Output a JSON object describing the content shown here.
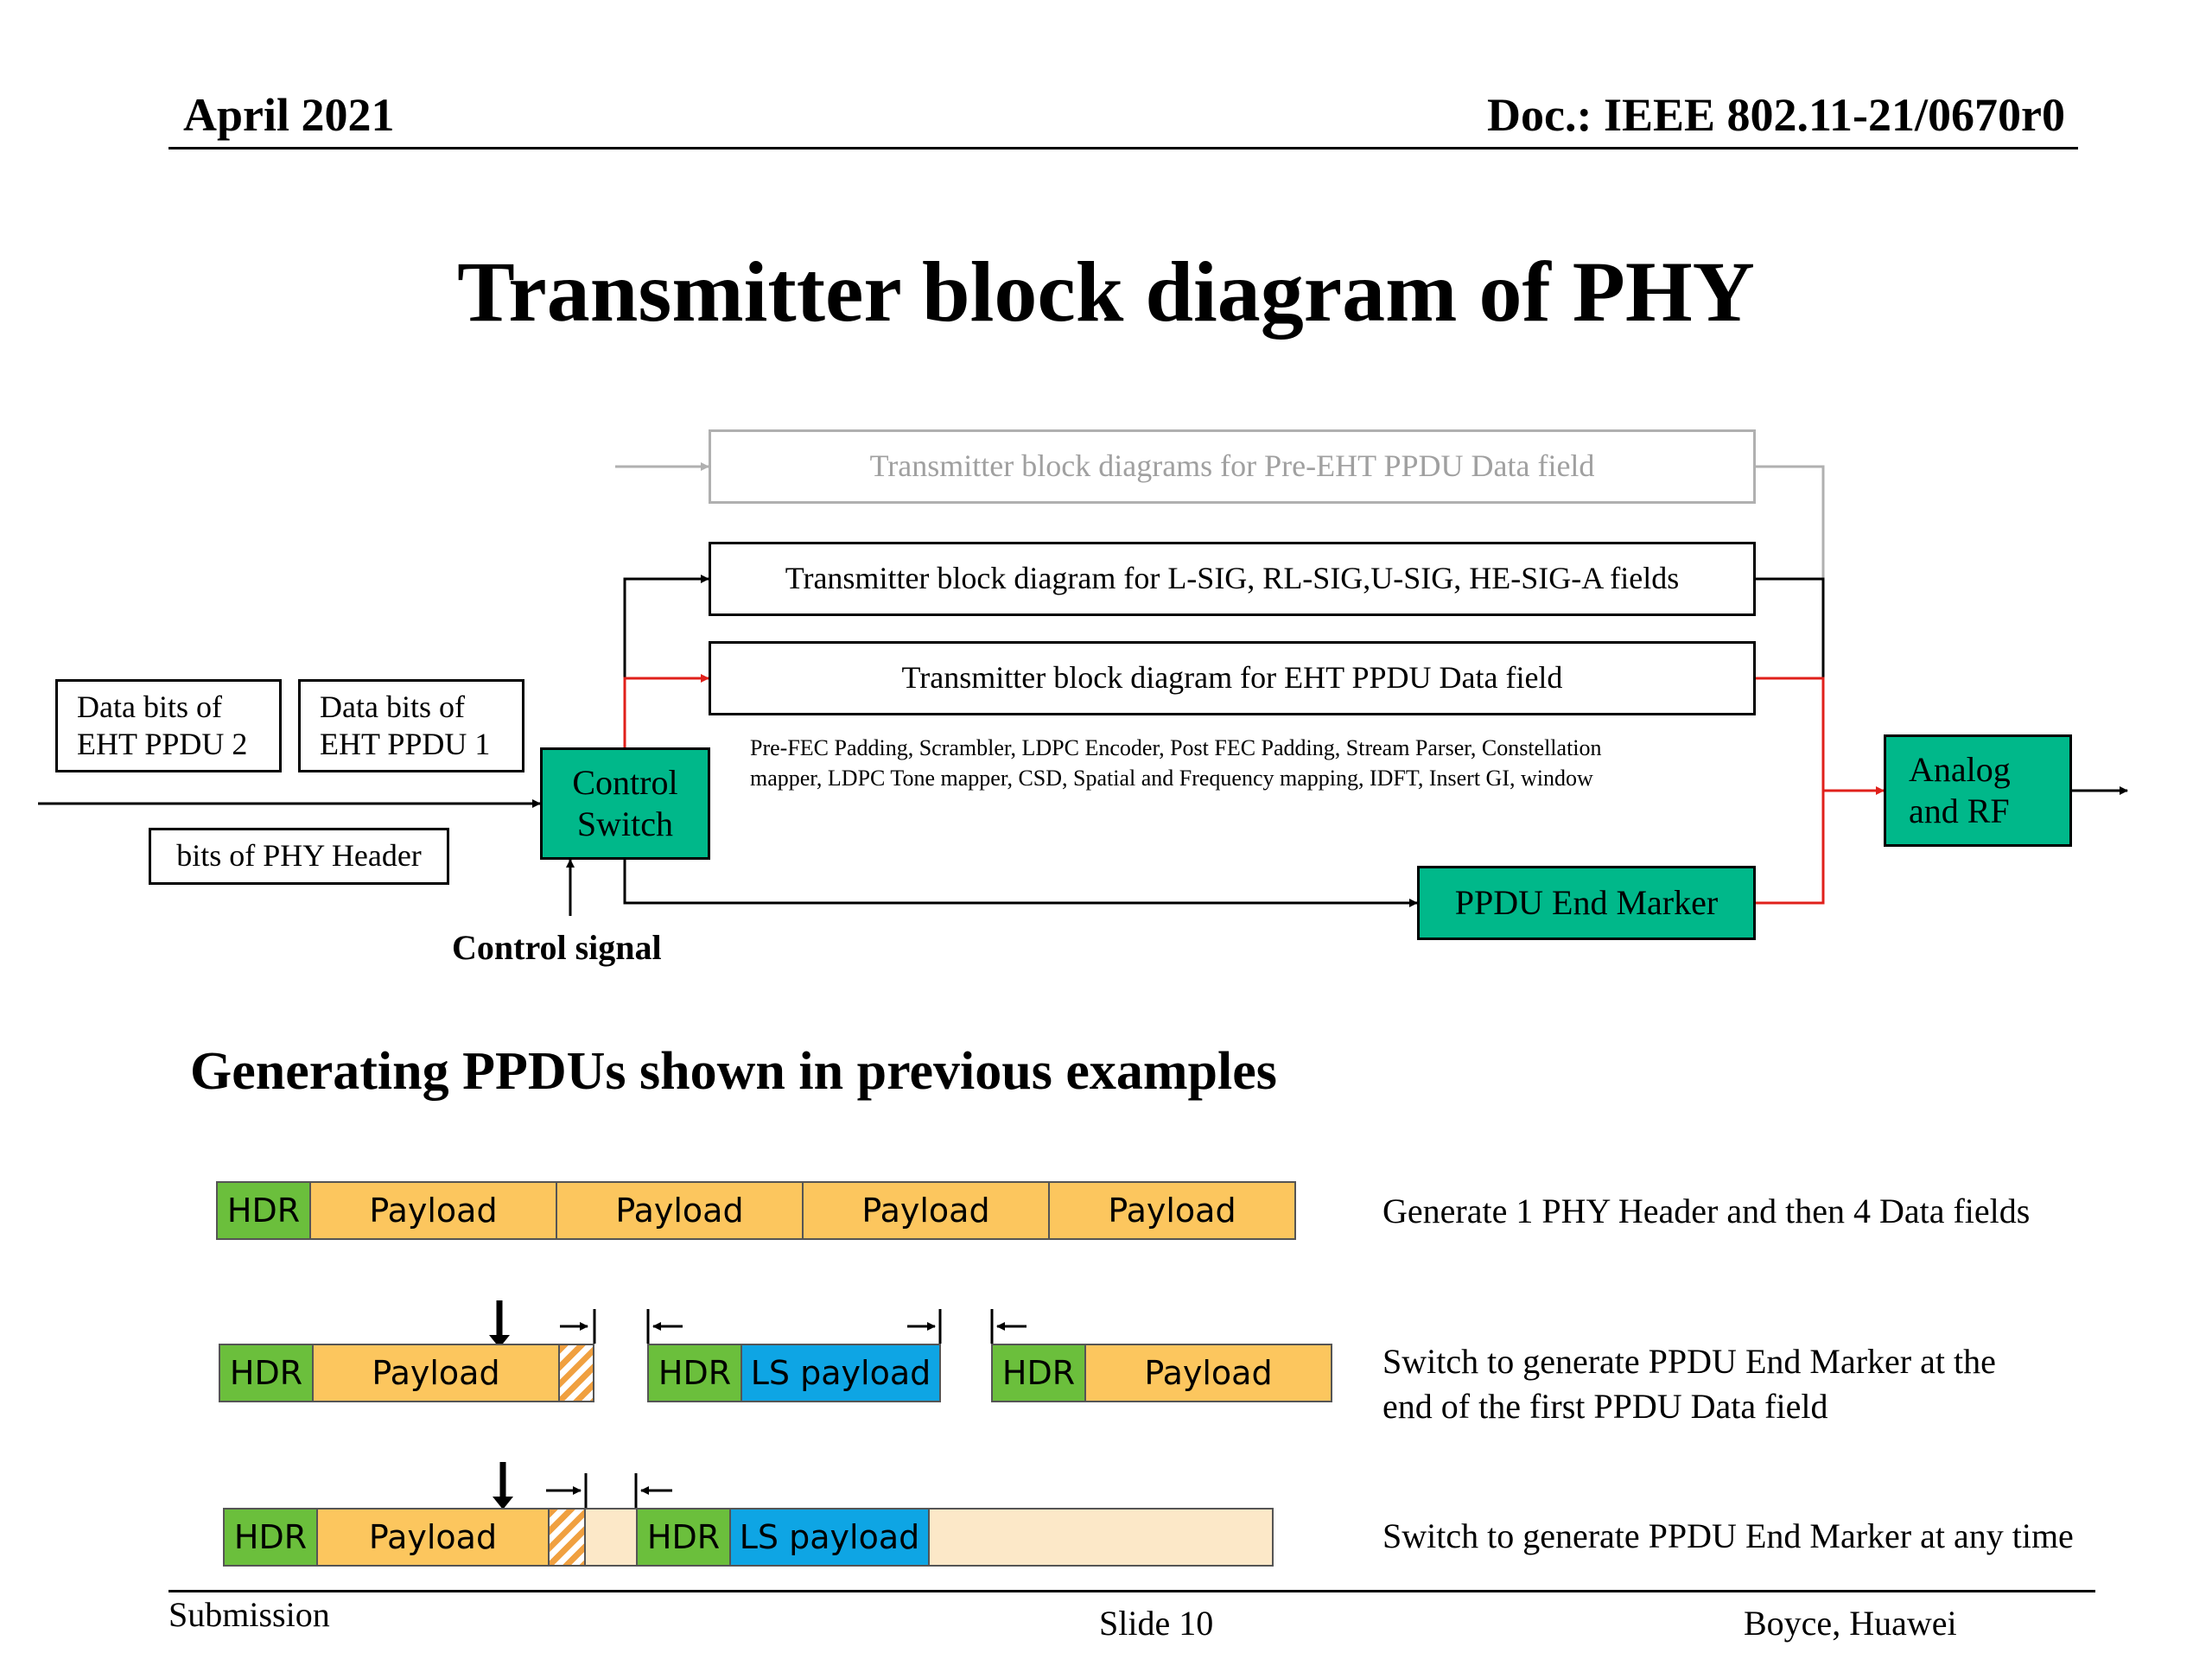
{
  "header": {
    "date": "April 2021",
    "doc": "Doc.: IEEE 802.11-21/0670r0"
  },
  "title": "Transmitter block diagram of PHY",
  "diagram": {
    "pre_eht_block": "Transmitter block diagrams for Pre-EHT PPDU Data field",
    "lsig_block": "Transmitter block diagram for L-SIG, RL-SIG,U-SIG, HE-SIG-A fields",
    "eht_block": "Transmitter block diagram for EHT PPDU Data field",
    "eht_chain_note_1": "Pre-FEC Padding, Scrambler, LDPC Encoder, Post FEC Padding, Stream Parser, Constellation",
    "eht_chain_note_2": "mapper, LDPC Tone mapper, CSD, Spatial and Frequency mapping, IDFT, Insert GI, window",
    "data_bits_2_line1": "Data  bits of",
    "data_bits_2_line2": "EHT PPDU 2",
    "data_bits_1_line1": "Data  bits of",
    "data_bits_1_line2": "EHT PPDU 1",
    "phy_header_bits": "bits of PHY Header",
    "control_switch_line1": "Control",
    "control_switch_line2": "Switch",
    "control_signal": "Control signal",
    "ppdu_end_marker": "PPDU End Marker",
    "analog_rf_line1": "Analog",
    "analog_rf_line2": "and RF",
    "colors": {
      "teal": "#00b88a",
      "red_path": "#e0201b",
      "gray_path": "#b0b0b0"
    }
  },
  "examples": {
    "heading": "Generating PPDUs shown in previous examples",
    "labels": {
      "hdr": "HDR",
      "payload": "Payload",
      "ls_payload": "LS payload"
    },
    "row1_desc": "Generate 1 PHY Header and then 4 Data fields",
    "row2_desc_line1": "Switch to generate PPDU End Marker at the",
    "row2_desc_line2": "end of the first PPDU Data field",
    "row3_desc": "Switch to generate PPDU End Marker at any time",
    "colors": {
      "hdr": "#6bbf3c",
      "payload": "#fcc65e",
      "ls_payload": "#0ea5e4"
    }
  },
  "footer": {
    "left": "Submission",
    "center": "Slide 10",
    "right": "Boyce, Huawei"
  }
}
